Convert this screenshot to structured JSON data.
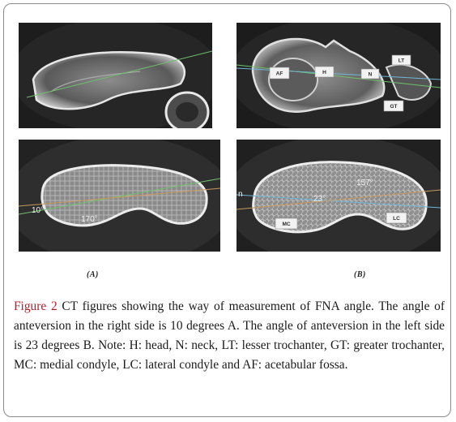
{
  "figure": {
    "label": "Figure 2",
    "caption": " CT figures showing the way of measurement of FNA angle. The angle of anteversion in the right side is 10 degrees A. The angle of anteversion in the left side is 23 degrees B. Note: H: head, N: neck, LT: lesser trochanter, GT: greater trochanter, MC: medial condyle, LC: lateral condyle and AF: acetabular fossa.",
    "label_color": "#b61d2a"
  },
  "panels": {
    "a_label": "(A)",
    "b_label": "(B)",
    "top_right_labels": {
      "af": "AF",
      "h": "H",
      "n": "N",
      "lt": "LT",
      "gt": "GT"
    },
    "bottom_left_angles": {
      "ten": "10°",
      "one_seventy": "170°"
    },
    "bottom_right_angles": {
      "twenty_three": "23°",
      "one_fifty_seven": "157°",
      "mc": "MC",
      "lc": "LC",
      "edge": "n"
    }
  }
}
